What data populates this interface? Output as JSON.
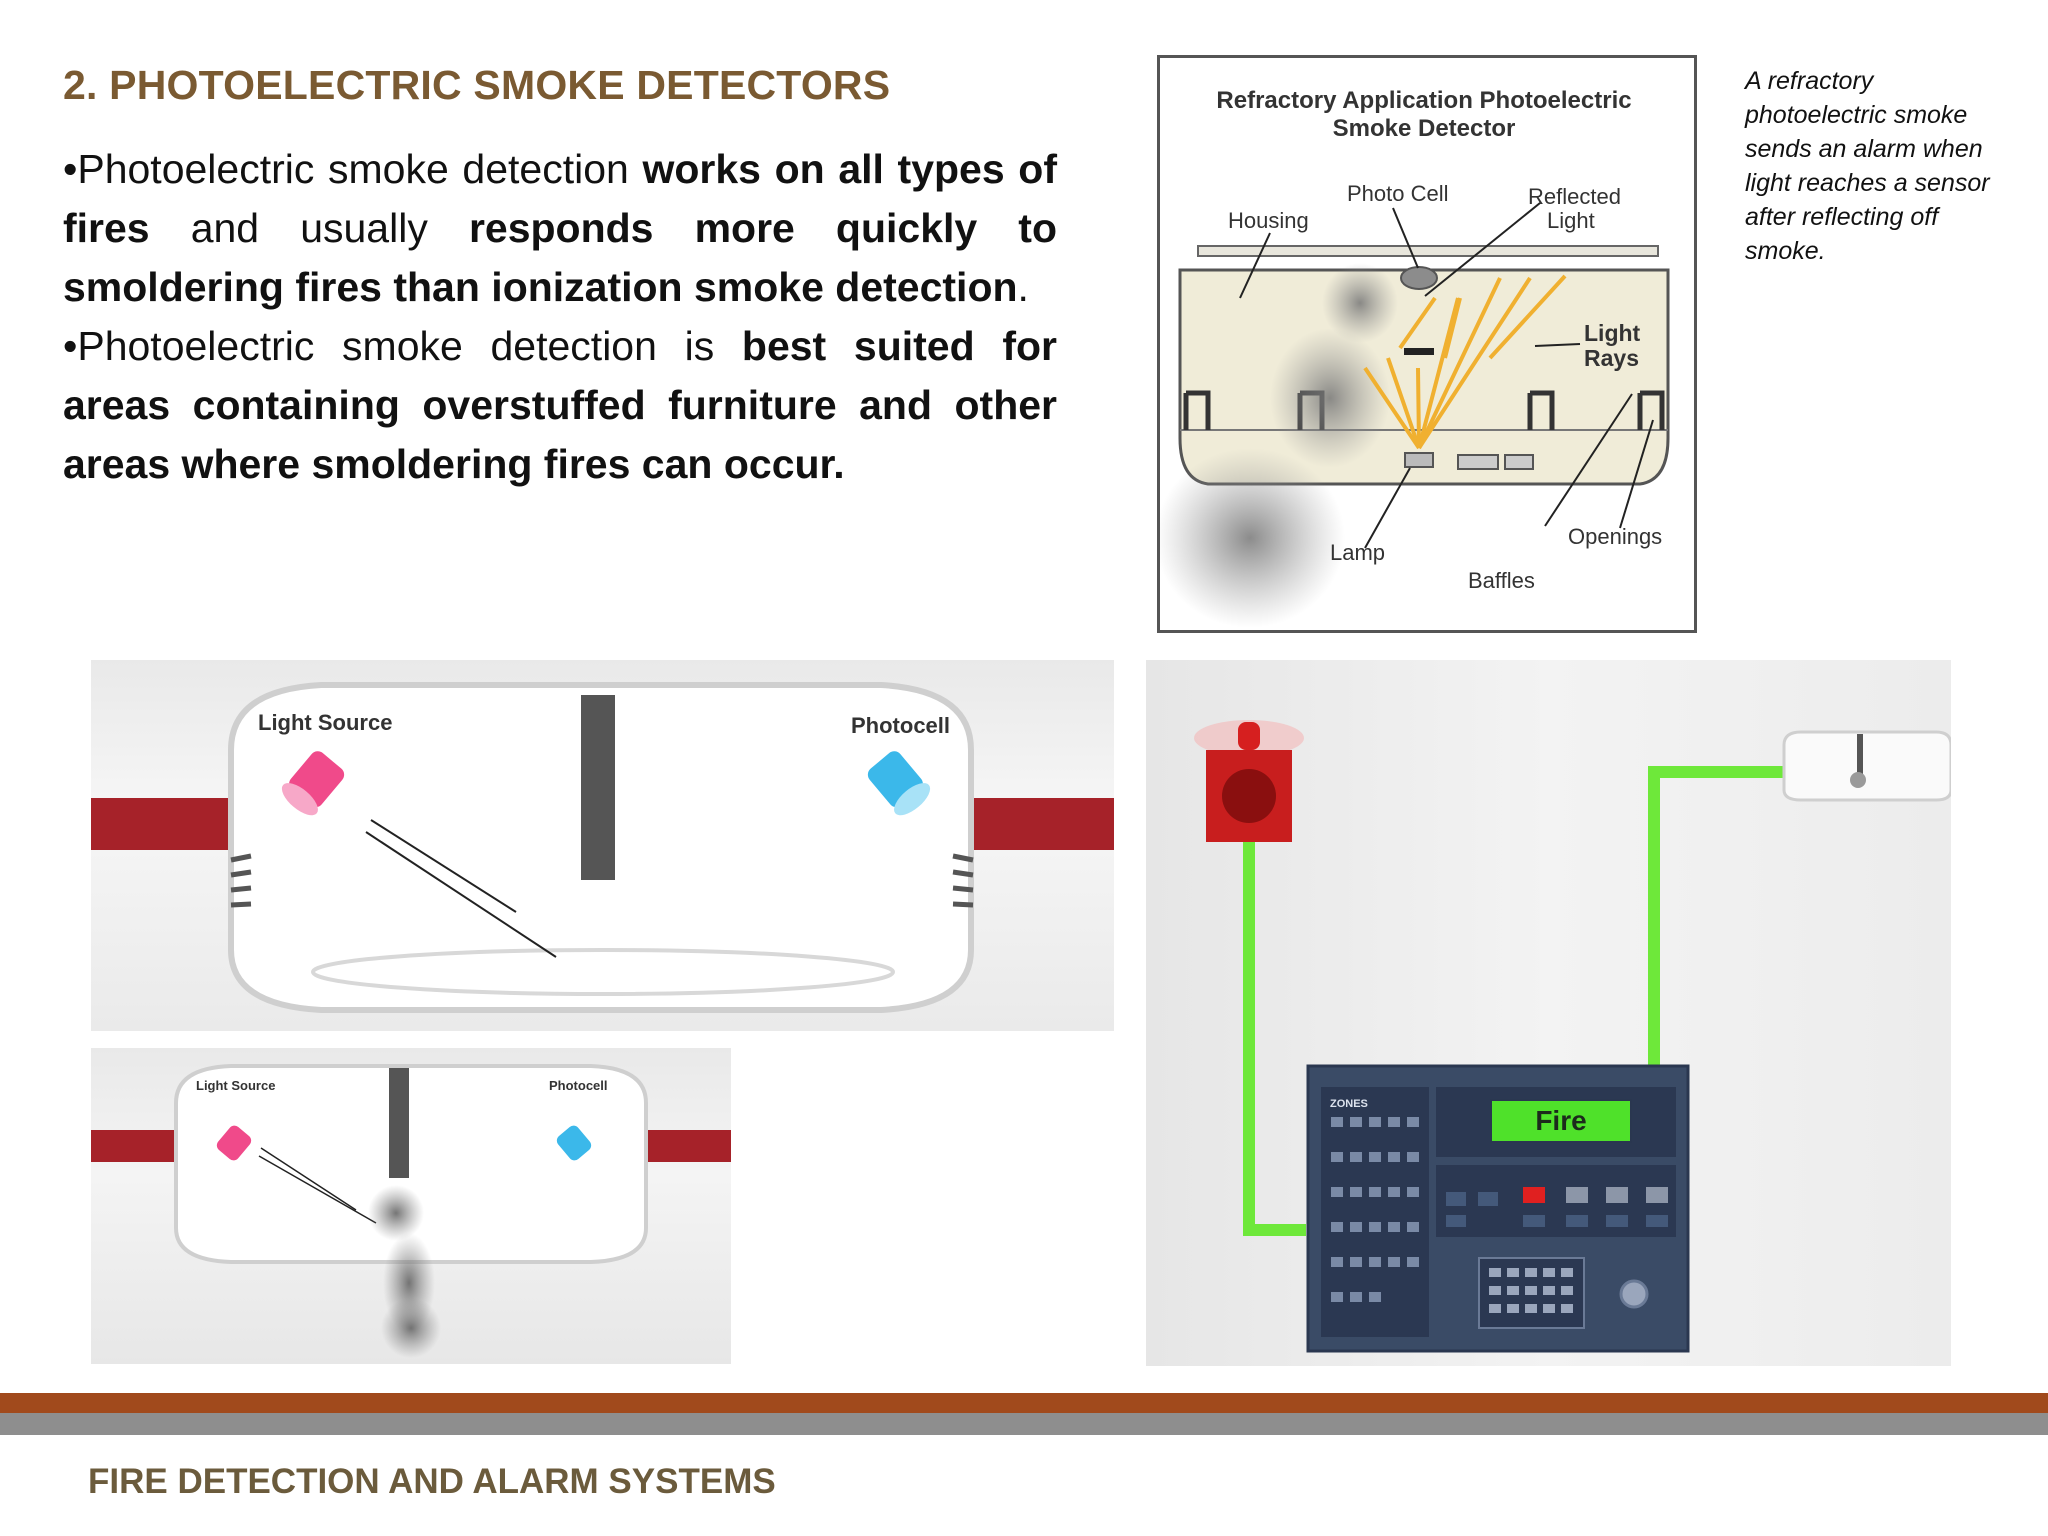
{
  "slide": {
    "title": "2. PHOTOELECTRIC SMOKE DETECTORS",
    "footer": "FIRE DETECTION AND ALARM SYSTEMS"
  },
  "bullets": [
    {
      "marker": "•",
      "parts": [
        {
          "t": "Photoelectric smoke detection ",
          "b": false
        },
        {
          "t": "works on all types of fires",
          "b": true
        },
        {
          "t": " and usually ",
          "b": false
        },
        {
          "t": "responds more quickly to smoldering fires than ionization smoke detection",
          "b": true
        },
        {
          "t": ".",
          "b": false
        }
      ]
    },
    {
      "marker": "•",
      "parts": [
        {
          "t": "Photoelectric smoke detection is ",
          "b": false
        },
        {
          "t": "best suited for areas containing overstuffed furniture and other areas where smoldering fires can occur.",
          "b": true
        }
      ]
    }
  ],
  "caption": "A refractory photoelectric smoke sends  an alarm when light reaches a sensor after reflecting off smoke.",
  "diagram": {
    "title_line1": "Refractory Application Photoelectric",
    "title_line2": "Smoke Detector",
    "labels": {
      "housing": "Housing",
      "photo_cell": "Photo Cell",
      "reflected_1": "Reflected",
      "reflected_2": "Light",
      "rays_1": "Light",
      "rays_2": "Rays",
      "lamp": "Lamp",
      "baffles": "Baffles",
      "openings": "Openings"
    }
  },
  "panel1": {
    "light_source": "Light Source",
    "photocell": "Photocell"
  },
  "panel2": {
    "light_source": "Light Source",
    "photocell": "Photocell"
  },
  "panel3": {
    "zones": "ZONES",
    "display": "Fire"
  },
  "colors": {
    "title": "#7a5a32",
    "footer": "#6b5b3c",
    "bar_rust": "#a14a1c",
    "bar_gray": "#8e8e8e",
    "wire_green": "#6ee83a",
    "display_green": "#4fe12a"
  }
}
